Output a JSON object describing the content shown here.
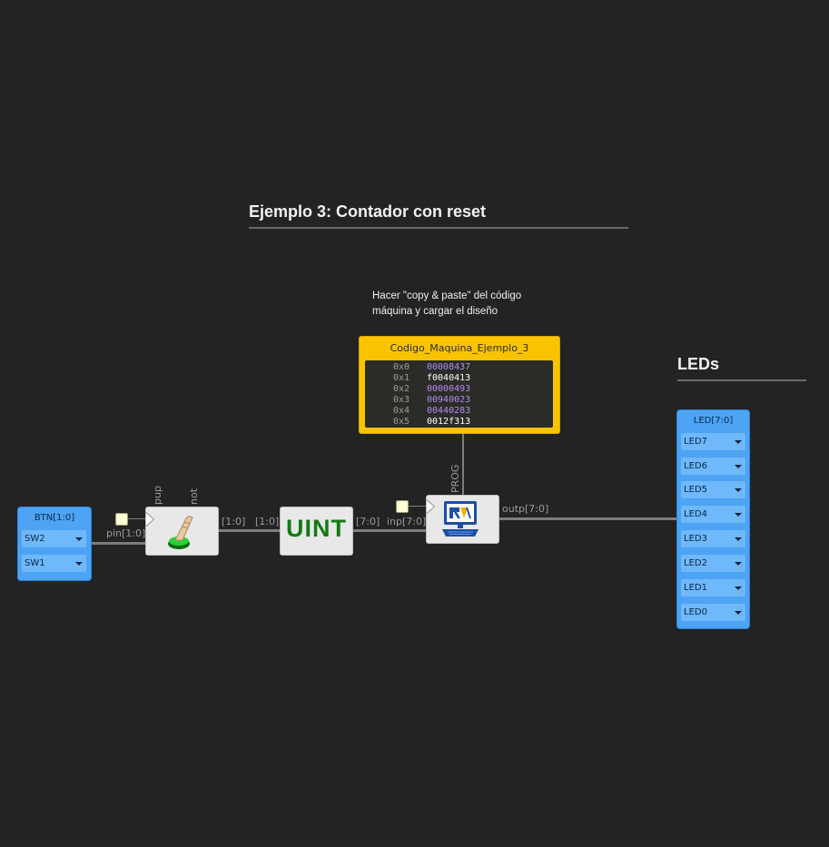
{
  "title": "Ejemplo 3: Contador con reset",
  "leds_title": "LEDs",
  "note": {
    "line1": "Hacer \"copy & paste\" del código",
    "line2": "máquina y cargar el diseño"
  },
  "memory": {
    "name": "Codigo_Maquina_Ejemplo_3",
    "rows": [
      {
        "addr": "0x0",
        "value": "00008437",
        "color": "#b38cf2"
      },
      {
        "addr": "0x1",
        "value": "f0040413",
        "color": "#ffffff"
      },
      {
        "addr": "0x2",
        "value": "00000493",
        "color": "#b38cf2"
      },
      {
        "addr": "0x3",
        "value": "00940023",
        "color": "#b38cf2"
      },
      {
        "addr": "0x4",
        "value": "00440283",
        "color": "#b38cf2"
      },
      {
        "addr": "0x5",
        "value": "0012f313",
        "color": "#ffffff"
      }
    ]
  },
  "btn_input": {
    "name": "BTN[1:0]",
    "pins": [
      "SW2",
      "SW1"
    ]
  },
  "led_output": {
    "name": "LED[7:0]",
    "pins": [
      "LED7",
      "LED6",
      "LED5",
      "LED4",
      "LED3",
      "LED2",
      "LED1",
      "LED0"
    ]
  },
  "button_block": {
    "in_label": "pin[1:0]",
    "param_pup": "pup",
    "param_not": "not",
    "out_label": "[1:0]",
    "icon": "push-button-icon"
  },
  "uint_block": {
    "text": "UINT",
    "in_label": "[1:0]",
    "out_label": "[7:0]"
  },
  "cpu_block": {
    "in_label": "inp[7:0]",
    "out_label": "outp[7:0]",
    "prog_label": "PROG",
    "icon": "riscv-computer-icon"
  },
  "colors": {
    "background": "#232323",
    "memory": "#f8c400",
    "io_block": "#4da3f4",
    "uint_text": "#137a13"
  }
}
